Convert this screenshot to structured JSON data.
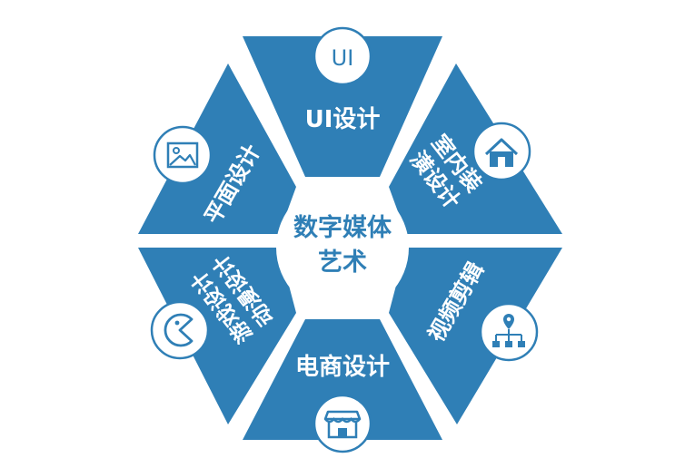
{
  "center": {
    "line1": "数字媒体",
    "line2": "艺术"
  },
  "segments": {
    "top": {
      "label": "UI设计",
      "icon_name": "ui-icon",
      "icon_text": "UI"
    },
    "upper_right": {
      "label_line1": "室内装",
      "label_line2": "潢设计",
      "icon_name": "house-icon"
    },
    "lower_right": {
      "label": "视频剪辑",
      "icon_name": "network-pin-icon"
    },
    "bottom": {
      "label": "电商设计",
      "icon_name": "storefront-icon"
    },
    "lower_left": {
      "label_line1": "游戏设计",
      "label_line2": "动漫设计",
      "icon_name": "pacman-icon"
    },
    "upper_left": {
      "label": "平面设计",
      "icon_name": "image-icon"
    }
  },
  "colors": {
    "segment_fill": "#2f7fb6",
    "icon_stroke": "#2f7fb6",
    "text_on_blue": "#ffffff"
  }
}
